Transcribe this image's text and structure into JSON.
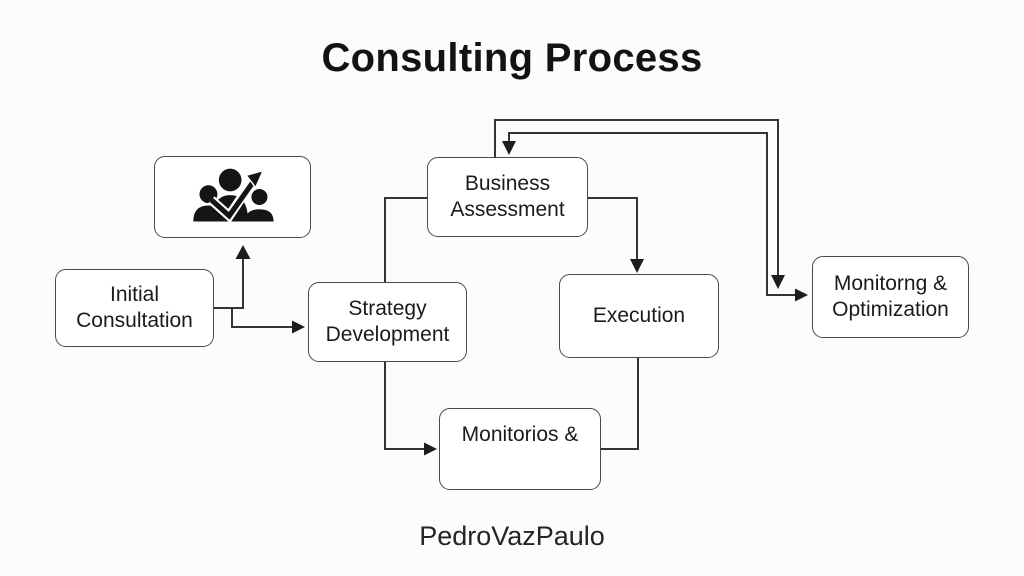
{
  "title": "Consulting Process",
  "brand": "PedroVazPaulo",
  "nodes": {
    "team_icon": {
      "icon": "team-growth-icon"
    },
    "initial_consultation": {
      "label": "Initial Consultation"
    },
    "strategy_development": {
      "label": "Strategy Development"
    },
    "business_assessment": {
      "label": "Business Assessment"
    },
    "execution": {
      "label": "Execution"
    },
    "monitorios": {
      "label": "Monitorios &"
    },
    "monitoring_optimization": {
      "label": "Monitorng & Optimization"
    }
  },
  "edges": [
    {
      "from": "initial_consultation",
      "to": "team_icon",
      "arrow": "up"
    },
    {
      "from": "initial_consultation",
      "to": "strategy_development",
      "arrow": "right"
    },
    {
      "from": "strategy_development",
      "to": "business_assessment",
      "arrow": "none"
    },
    {
      "from": "business_assessment",
      "to": "execution",
      "arrow": "down"
    },
    {
      "from": "strategy_development",
      "to": "monitorios",
      "arrow": "right"
    },
    {
      "from": "execution",
      "to": "monitorios",
      "arrow": "none"
    },
    {
      "from": "monitoring_optimization",
      "to": "business_assessment",
      "arrow": "down"
    },
    {
      "from": "business_assessment",
      "to": "monitoring_optimization",
      "arrow": "down-and-right"
    }
  ],
  "colors": {
    "background": "#fcfcfc",
    "box_fill": "#ffffff",
    "box_border": "#4a4a4a",
    "connector": "#343434",
    "text": "#1b1b1b"
  }
}
